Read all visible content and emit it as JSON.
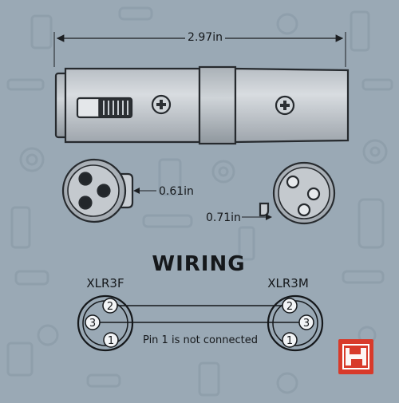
{
  "dimensions": {
    "length": "2.97in",
    "female_face_diameter": "0.61in",
    "male_face_diameter": "0.71in"
  },
  "wiring": {
    "title": "WIRING",
    "left_connector": "XLR3F",
    "right_connector": "XLR3M",
    "pins_left": [
      "2",
      "3",
      "1"
    ],
    "pins_right": [
      "2",
      "3",
      "1"
    ],
    "note": "Pin 1 is not connected"
  },
  "colors": {
    "background": "#9aa9b5",
    "pattern": "#8797a4",
    "body_silver": "#c9ced3",
    "outline": "#262a2e",
    "brand_red": "#d83a2a"
  },
  "icons": {
    "logo": "hosa-logo-icon",
    "screw": "phillips-screw-icon",
    "latch": "xlr-latch-icon"
  }
}
